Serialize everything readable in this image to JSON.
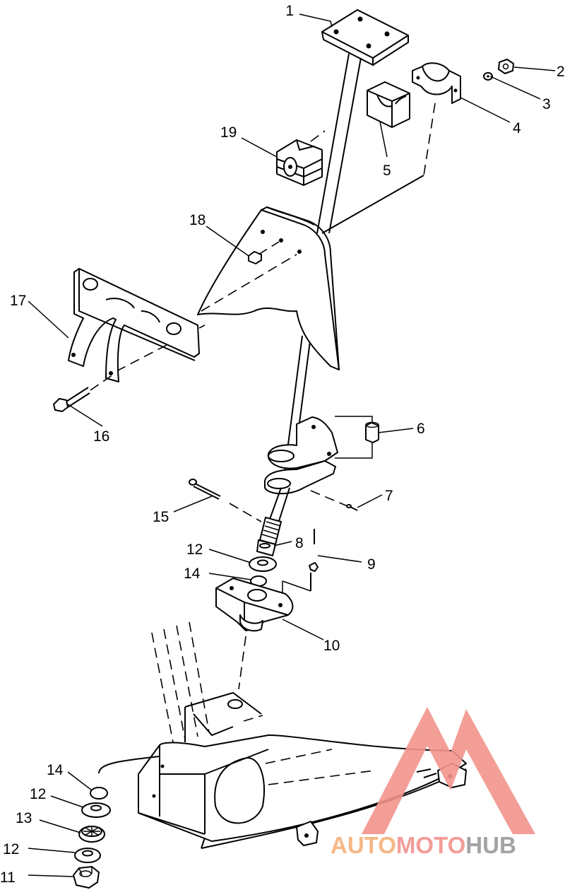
{
  "colors": {
    "line": "#000000",
    "background": "#ffffff",
    "logo_red": "#f2938c",
    "logo_orange": "#f5b07a",
    "logo_gray": "#9a9a9a"
  },
  "callouts": [
    {
      "id": "c1",
      "text": "1"
    },
    {
      "id": "c2",
      "text": "2"
    },
    {
      "id": "c3",
      "text": "3"
    },
    {
      "id": "c4",
      "text": "4"
    },
    {
      "id": "c5",
      "text": "5"
    },
    {
      "id": "c6",
      "text": "6"
    },
    {
      "id": "c7",
      "text": "7"
    },
    {
      "id": "c8",
      "text": "8"
    },
    {
      "id": "c9",
      "text": "9"
    },
    {
      "id": "c10",
      "text": "10"
    },
    {
      "id": "c11",
      "text": "11"
    },
    {
      "id": "c12a",
      "text": "12"
    },
    {
      "id": "c12b",
      "text": "12"
    },
    {
      "id": "c12c",
      "text": "12"
    },
    {
      "id": "c13",
      "text": "13"
    },
    {
      "id": "c14a",
      "text": "14"
    },
    {
      "id": "c14b",
      "text": "14"
    },
    {
      "id": "c15",
      "text": "15"
    },
    {
      "id": "c16",
      "text": "16"
    },
    {
      "id": "c17",
      "text": "17"
    },
    {
      "id": "c18",
      "text": "18"
    },
    {
      "id": "c19",
      "text": "19"
    }
  ],
  "watermark": {
    "part1": "AUTO",
    "part2": "MOTO",
    "part3": "HUB"
  }
}
